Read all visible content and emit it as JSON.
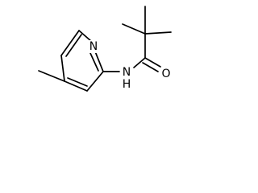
{
  "molecule": {
    "atoms": {
      "pyridine_nitrogen": "N",
      "amide_nitrogen": "N",
      "amide_hydrogen": "H",
      "carbonyl_oxygen": "O"
    },
    "colors": {
      "bond": "#000000",
      "label": "#000000",
      "background": "#ffffff"
    }
  }
}
